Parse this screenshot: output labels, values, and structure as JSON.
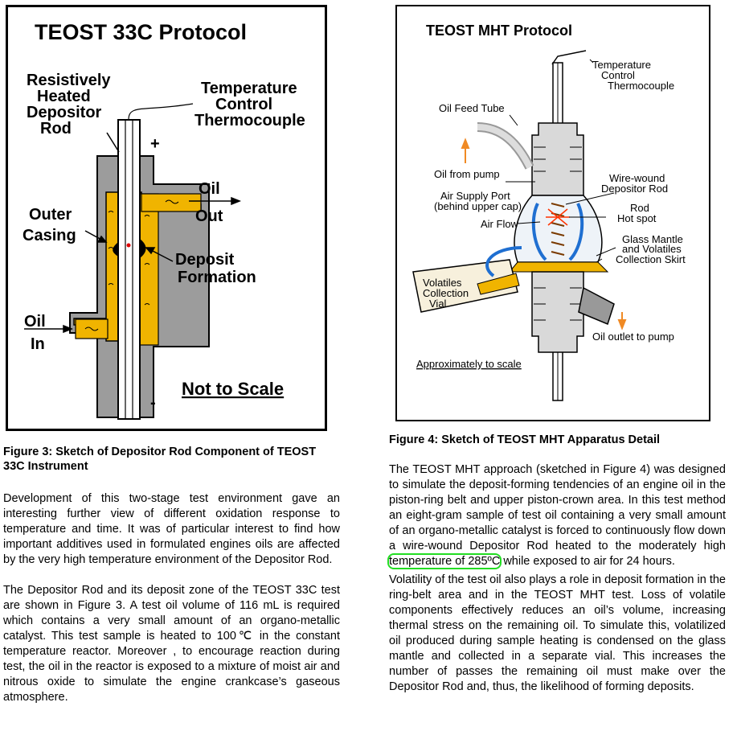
{
  "fig3": {
    "title": "TEOST 33C Protocol",
    "label_rod": [
      "Resistively",
      "Heated",
      "Depositor",
      "Rod"
    ],
    "label_thermo": [
      "Temperature",
      "Control",
      "Thermocouple"
    ],
    "plus": "+",
    "minus": "-",
    "label_oil_out": [
      "Oil",
      "Out"
    ],
    "label_outer": [
      "Outer",
      "Casing"
    ],
    "label_deposit": [
      "Deposit",
      "Formation"
    ],
    "label_oil_in": [
      "Oil",
      "In"
    ],
    "not_to_scale": "Not to Scale",
    "caption": "Figure 3: Sketch of Depositor Rod Component of TEOST 33C Instrument"
  },
  "fig4": {
    "title": "TEOST MHT Protocol",
    "label_thermo": [
      "Temperature",
      "Control",
      "Thermocouple"
    ],
    "label_feed": "Oil Feed Tube",
    "label_from_pump": "Oil from pump",
    "label_air_port": [
      "Air Supply Port",
      "(behind upper cap)"
    ],
    "label_air_flow": "Air Flow",
    "label_wire": [
      "Wire-wound",
      "Depositor Rod"
    ],
    "label_hotspot": [
      "Rod",
      "Hot spot"
    ],
    "label_mantle": [
      "Glass Mantle",
      "and Volatiles",
      "Collection Skirt"
    ],
    "label_vial": [
      "Volatiles",
      "Collection",
      "Vial"
    ],
    "label_outlet": "Oil outlet to pump",
    "approx": "Approximately to scale",
    "caption": "Figure 4: Sketch of TEOST MHT Apparatus Detail"
  },
  "left_text": {
    "p1": "Development of this two-stage test environment gave an interesting further view of different oxidation response to temperature and time. It was of particular interest to find how important additives used in formulated engines oils are affected by the very high temperature environment of the Depositor Rod.",
    "p2": "The Depositor Rod and its deposit zone of the TEOST 33C test are shown in Figure 3. A test oil volume of 116 mL is required which contains a very small amount of an organo-metallic catalyst. This test sample is heated to 100℃ in the constant temperature reactor. Moreover , to encourage reaction during test, the oil in the reactor is exposed to a mixture of moist air and nitrous oxide to simulate the engine crankcase’s gaseous atmosphere."
  },
  "right_text": {
    "p1_before": "The TEOST MHT approach (sketched in Figure 4) was designed to simulate the deposit-forming tendencies of an engine oil in the piston-ring belt and upper piston-crown area.  In this test method an eight-gram sample of test oil containing a very small amount of an organo-metallic catalyst is forced to continuously flow down a wire-wound Depositor Rod heated to the moderately high ",
    "p1_highlight": "temperature of 285ºC",
    "p1_after": " while exposed to air for 24 hours.",
    "p2": "Volatility of the test oil also plays a role in deposit formation in the ring-belt area and in the TEOST MHT test. Loss of volatile components effectively reduces an oil’s volume, increasing thermal stress on the remaining oil. To simulate this, volatilized oil produced during sample heating is condensed on the glass mantle and collected in a separate vial. This increases the number of passes the remaining oil must make over the Depositor Rod and, thus, the likelihood of forming deposits."
  },
  "colors": {
    "oil": "#f0b400",
    "casing": "#9c9c9c",
    "air": "#1f6fd1",
    "hot": "#ff3300",
    "highlight": "#22dd22",
    "arrow": "#f08a24"
  }
}
